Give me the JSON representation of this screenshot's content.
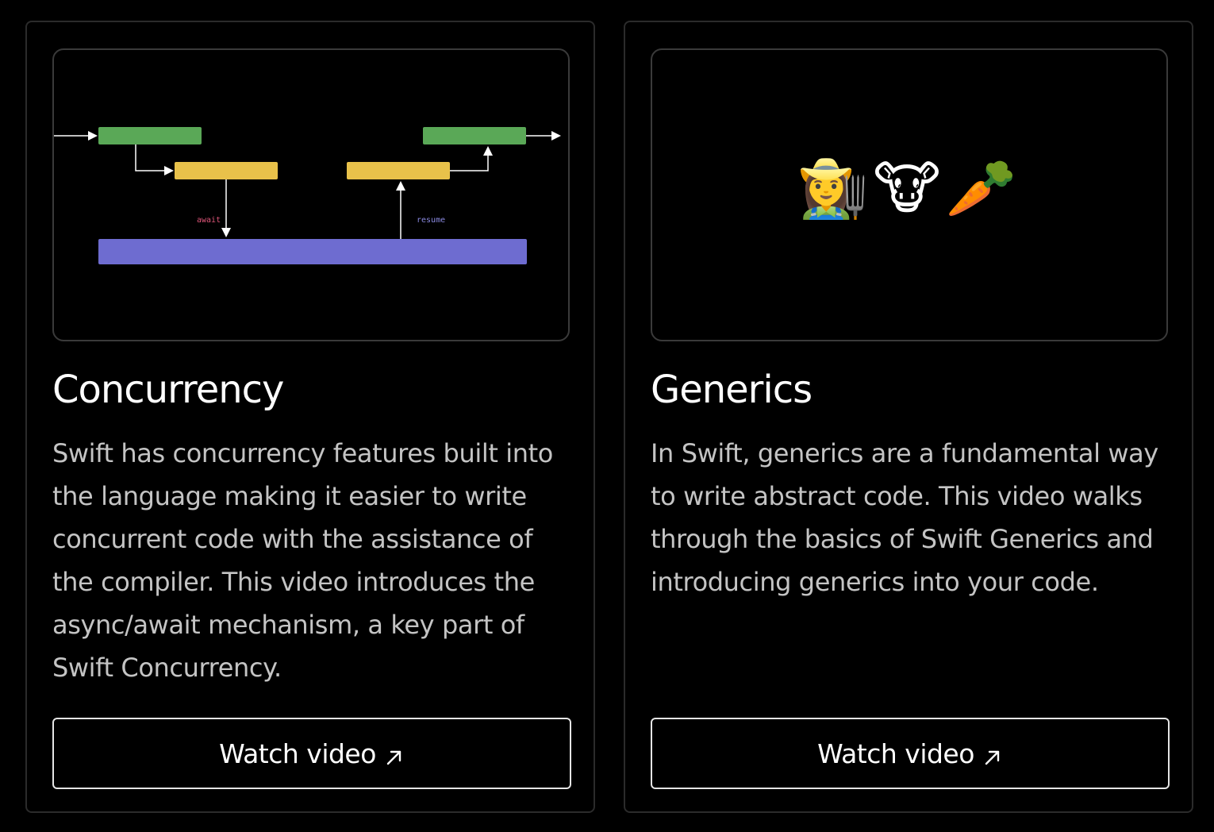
{
  "cards": [
    {
      "title": "Concurrency",
      "description": "Swift has concurrency features built into the language making it easier to write concurrent code with the assistance of the compiler. This video introduces the async/await mechanism, a key part of Swift Concurrency.",
      "button_label": "Watch video",
      "button_icon": "arrow-up-right-icon",
      "diagram": {
        "labels": {
          "await": "await",
          "resume": "resume"
        },
        "colors": {
          "green": "#5aa857",
          "yellow": "#e8c14a",
          "purple": "#6e6cd0",
          "await_label": "#e0567a",
          "resume_label": "#8a89e0"
        }
      }
    },
    {
      "title": "Generics",
      "description": "In Swift, generics are a fundamental way to write abstract code. This video walks through the basics of Swift Generics and introducing generics into your code.",
      "button_label": "Watch video",
      "button_icon": "arrow-up-right-icon",
      "emojis": [
        "👩‍🌾",
        "🐮",
        "🥕"
      ]
    }
  ]
}
